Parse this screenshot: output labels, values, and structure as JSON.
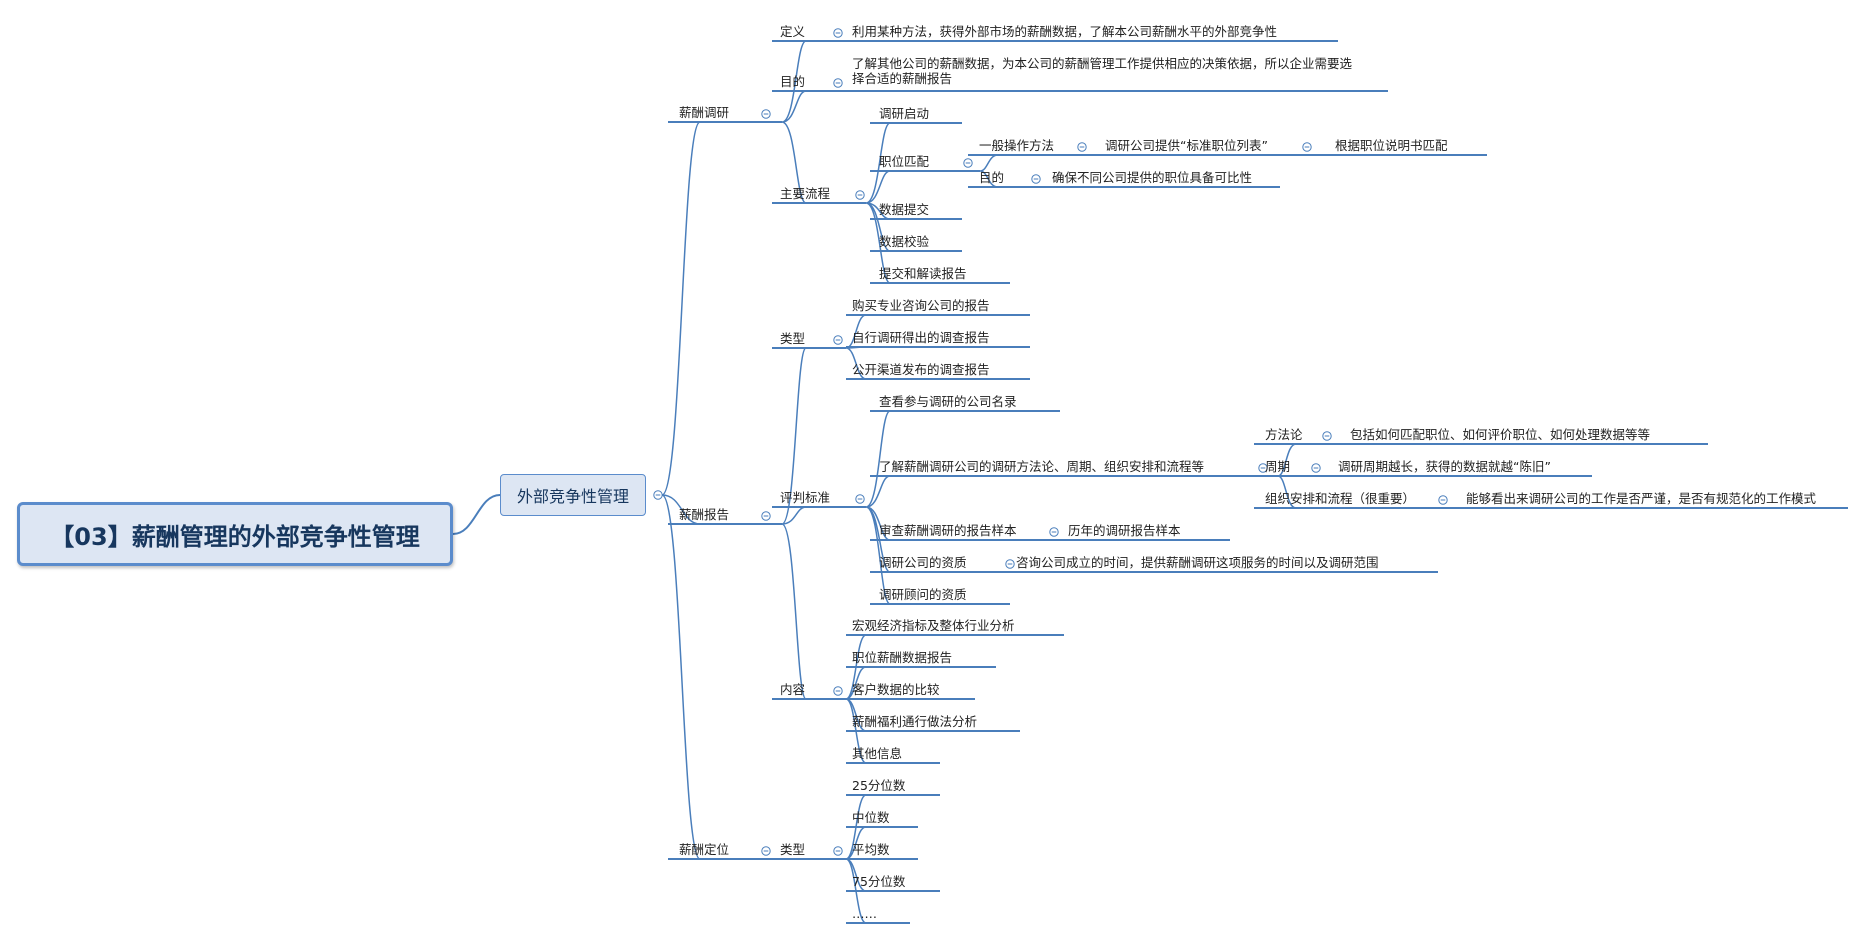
{
  "title": "【03】薪酬管理的外部竞争性管理",
  "main": "外部竞争性管理",
  "b1": {
    "label": "薪酬调研",
    "def_label": "定义",
    "def_text": "利用某种方法，获得外部市场的薪酬数据，了解本公司薪酬水平的外部竞争性",
    "purpose_label": "目的",
    "purpose_text": "了解其他公司的薪酬数据，为本公司的薪酬管理工作提供相应的决策依据，所以企业需要选择合适的薪酬报告",
    "process_label": "主要流程",
    "p_start": "调研启动",
    "p_match": "职位匹配",
    "m_general": "一般操作方法",
    "m_provide": "调研公司提供“标准职位列表”",
    "m_by_desc": "根据职位说明书匹配",
    "m_purpose": "目的",
    "m_purpose_text": "确保不同公司提供的职位具备可比性",
    "p_submit": "数据提交",
    "p_verify": "数据校验",
    "p_report": "提交和解读报告"
  },
  "b2": {
    "label": "薪酬报告",
    "type_label": "类型",
    "t1": "购买专业咨询公司的报告",
    "t2": "自行调研得出的调查报告",
    "t3": "公开渠道发布的调查报告",
    "criteria_label": "评判标准",
    "c1": "查看参与调研的公司名录",
    "c2": "了解薪酬调研公司的调研方法论、周期、组织安排和流程等",
    "c2_method": "方法论",
    "c2_method_text": "包括如何匹配职位、如何评价职位、如何处理数据等等",
    "c2_cycle": "周期",
    "c2_cycle_text": "调研周期越长，获得的数据就越“陈旧”",
    "c2_org": "组织安排和流程（很重要）",
    "c2_org_text": "能够看出来调研公司的工作是否严谨，是否有规范化的工作模式",
    "c3": "审查薪酬调研的报告样本",
    "c3_text": "历年的调研报告样本",
    "c4": "调研公司的资质",
    "c4_text": "咨询公司成立的时间，提供薪酬调研这项服务的时间以及调研范围",
    "c5": "调研顾问的资质",
    "content_label": "内容",
    "k1": "宏观经济指标及整体行业分析",
    "k2": "职位薪酬数据报告",
    "k3": "客户数据的比较",
    "k4": "薪酬福利通行做法分析",
    "k5": "其他信息"
  },
  "b3": {
    "label": "薪酬定位",
    "type_label": "类型",
    "v1": "25分位数",
    "v2": "中位数",
    "v3": "平均数",
    "v4": "75分位数",
    "v5": "……"
  },
  "colors": {
    "line": "#4a7ebb",
    "node_fill": "#dde6f3",
    "root_border": "#5b8ccc",
    "title_text": "#17375e"
  }
}
